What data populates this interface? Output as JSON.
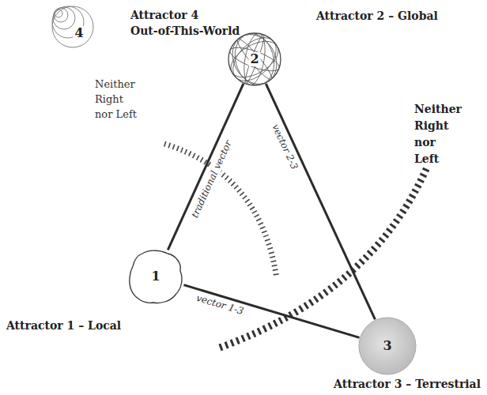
{
  "diagram": {
    "nodes": [
      {
        "text": [
          "Attractor 4 Out-of-This-World",
          "4"
        ]
      },
      {
        "text": [
          "Attractor 2 – Global",
          "2"
        ]
      },
      {
        "text": [
          "Attractor 1 – Local",
          "1"
        ]
      },
      {
        "text": [
          "Attractor 3 – Terrestrial",
          "3"
        ]
      }
    ],
    "edges": [
      {
        "from": 2,
        "to": 1,
        "arrow": "none",
        "label": "traditional vector"
      },
      {
        "from": 1,
        "to": 3,
        "arrow": "none",
        "label": "vector 2-3"
      },
      {
        "from": 2,
        "to": 3,
        "arrow": "none",
        "label": "vector 1-3"
      }
    ],
    "labels": [
      "Neither Right nor Left",
      "Neither Right nor Left"
    ]
  }
}
